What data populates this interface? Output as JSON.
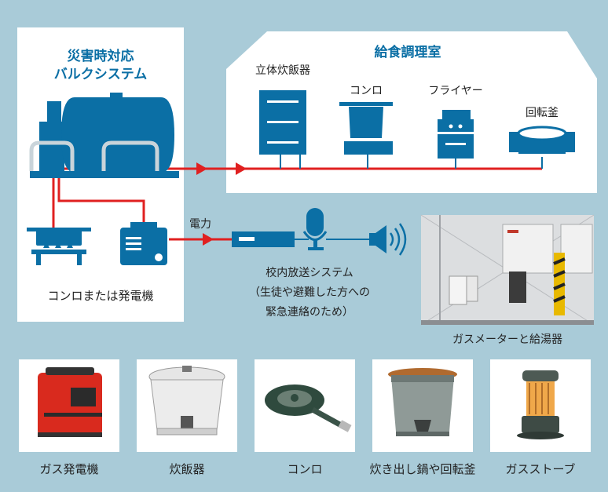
{
  "bulk_system": {
    "title_line1": "災害時対応",
    "title_line2": "バルクシステム"
  },
  "kitchen": {
    "title": "給食調理室",
    "equipment": [
      "立体炊飯器",
      "コンロ",
      "フライヤー",
      "回転釜"
    ]
  },
  "stove_or_generator": "コンロまたは発電機",
  "power_label": "電力",
  "broadcast": {
    "line1": "校内放送システム",
    "line2": "（生徒や避難した方への",
    "line3": "緊急連絡のため）"
  },
  "photo_caption": "ガスメーターと給湯器",
  "cards": [
    "ガス発電機",
    "炊飯器",
    "コンロ",
    "炊き出し鍋や回転釜",
    "ガスストーブ"
  ],
  "colors": {
    "background": "#a9cbd8",
    "primary": "#0b6fa5",
    "line": "#e02020"
  }
}
